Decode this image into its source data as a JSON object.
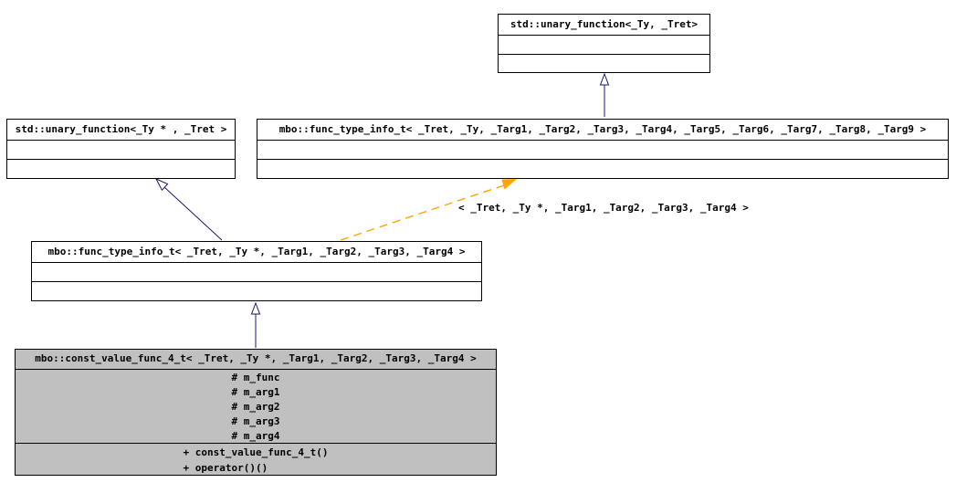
{
  "colors": {
    "inheritance_line": "#191970",
    "template_line": "#ffa500",
    "class_border": "#000000",
    "class_fill": "#ffffff",
    "highlight_fill": "#c0c0c0"
  },
  "classes": {
    "std_unary_function_ty": {
      "title": "std::unary_function<_Ty, _Tret>"
    },
    "std_unary_function_typtr": {
      "title": "std::unary_function<_Ty * , _Tret >"
    },
    "func_type_info_9": {
      "title": "mbo::func_type_info_t< _Tret, _Ty, _Targ1, _Targ2, _Targ3, _Targ4, _Targ5, _Targ6, _Targ7, _Targ8, _Targ9 >"
    },
    "func_type_info_4": {
      "title": "mbo::func_type_info_t< _Tret, _Ty *, _Targ1, _Targ2, _Targ3, _Targ4 >"
    },
    "const_value_func_4": {
      "title": "mbo::const_value_func_4_t< _Tret, _Ty *, _Targ1, _Targ2, _Targ3, _Targ4 >",
      "attributes": [
        "# m_func",
        "# m_arg1",
        "# m_arg2",
        "# m_arg3",
        "# m_arg4"
      ],
      "methods": [
        "+ const_value_func_4_t()",
        "+ operator()()"
      ]
    }
  },
  "edges": {
    "template_instantiation_label": "< _Tret, _Ty *, _Targ1, _Targ2, _Targ3, _Targ4 >"
  }
}
